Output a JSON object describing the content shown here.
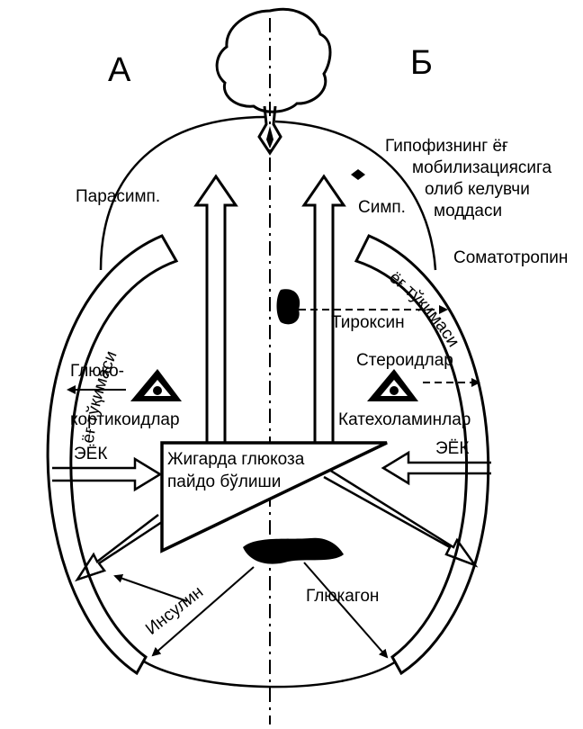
{
  "panels": {
    "left": "А",
    "right": "Б"
  },
  "labels": {
    "parasymp": "Парасимп.",
    "symp": "Симп.",
    "pituitary_line1": "Гипофизнинг ёғ",
    "pituitary_line2": "мобилизациясига",
    "pituitary_line3": "олиб келувчи",
    "pituitary_line4": "моддаси",
    "somatotropin": "Соматотропин",
    "thyroxin": "Тироксин",
    "steroids": "Стероидлар",
    "catecholamines": "Катехоламинлар",
    "gluco_line1": "Глюко-",
    "gluco_line2": "кортикоидлар",
    "eek_left": "ЭЁК",
    "eek_right": "ЭЁК",
    "liver_line1": "Жигарда глюкоза",
    "liver_line2": "пайдо бўлиши",
    "insulin": "Инсулин",
    "glucagon": "Глюкагон",
    "fat_tissue_left": "ёғ тўқимаси",
    "fat_tissue_right": "ёғ тўқимаси"
  }
}
